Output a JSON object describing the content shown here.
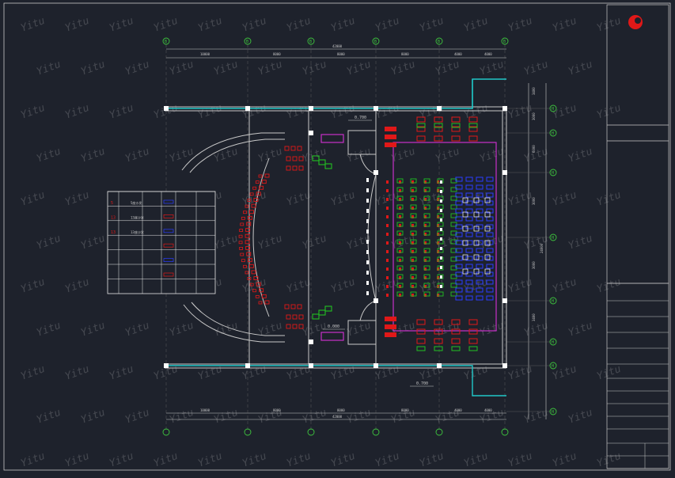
{
  "colors": {
    "background": "#1e222c",
    "line": "#c8c8c8",
    "axis": "#3ec63e",
    "red": "#e01818",
    "green": "#22c022",
    "blue": "#2a3cff",
    "magenta": "#c830c8",
    "cyan": "#20c8c8",
    "white": "#ffffff"
  },
  "watermark": {
    "text": "Yitu"
  },
  "grid_axes": {
    "top": [
      "B",
      "B",
      "B",
      "B",
      "B",
      "B",
      "B",
      "B"
    ],
    "right": [
      "H",
      "H",
      "H",
      "H",
      "H",
      "H",
      "H",
      "H",
      "H"
    ]
  },
  "dimensions": {
    "top_segments": [
      "10000",
      "8000",
      "8000",
      "8000",
      "4000",
      "4000"
    ],
    "top_total": "42000",
    "bottom_segments": [
      "10000",
      "8000",
      "8000",
      "8000",
      "4000",
      "4000"
    ],
    "bottom_total": "42000",
    "right_segments": [
      "3400",
      "3000",
      "6000",
      "3000",
      "3000",
      "3400"
    ],
    "right_total": "24000"
  },
  "elevations": {
    "top_right_step": "0.700",
    "left_lower": "0.000",
    "bottom_center": "0.700"
  },
  "legend": {
    "rows": [
      {
        "sym": "5",
        "label": "5座沙发",
        "sym2": "",
        "label2": ""
      },
      {
        "sym": "13",
        "label": "13座沙发",
        "sym2": "",
        "label2": ""
      },
      {
        "sym": "13",
        "label": "13座沙发",
        "sym2": "",
        "label2": ""
      },
      {
        "sym": "",
        "label": "",
        "sym2": "",
        "label2": ""
      },
      {
        "sym": "",
        "label": "",
        "sym2": "",
        "label2": ""
      },
      {
        "sym": "",
        "label": "",
        "sym2": "",
        "label2": ""
      }
    ]
  },
  "title_block": {
    "fields": [
      "",
      "",
      "",
      "",
      "",
      "",
      "",
      "",
      "",
      "",
      ""
    ],
    "vertical_text": ""
  },
  "left_margin_text": ""
}
